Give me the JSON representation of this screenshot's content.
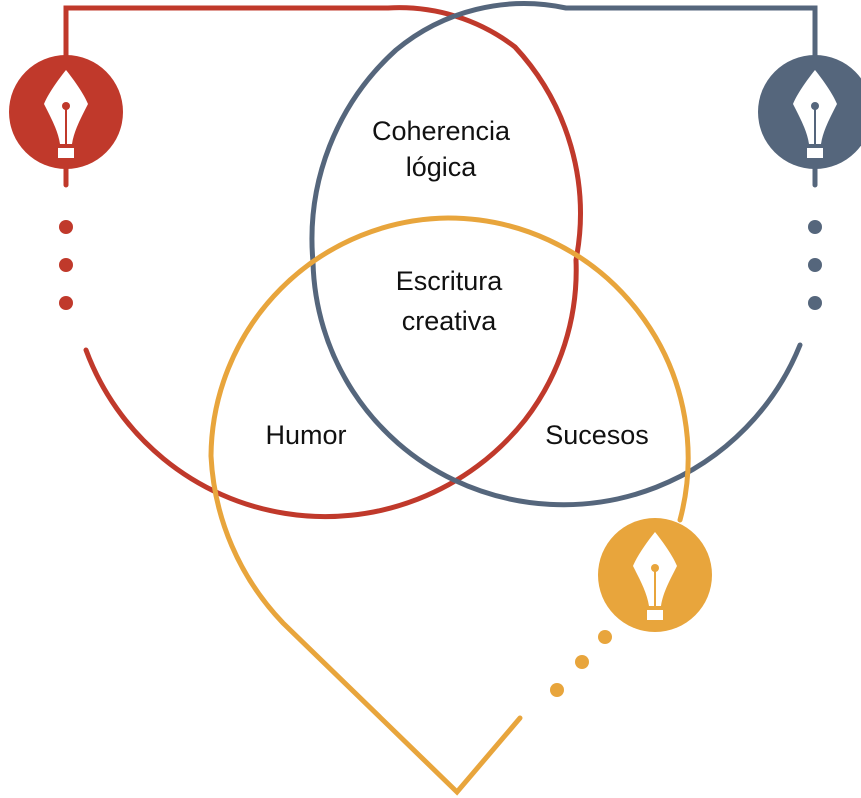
{
  "diagram": {
    "labels": {
      "top": [
        "Coherencia",
        "lógica"
      ],
      "center": [
        "Escritura",
        "creativa"
      ],
      "left": "Humor",
      "right": "Sucesos"
    },
    "colors": {
      "red": "#c0392b",
      "slate": "#55667c",
      "gold": "#e8a53c"
    },
    "icons": {
      "red": "pen-nib-icon",
      "slate": "pen-nib-icon",
      "gold": "pen-nib-icon"
    }
  }
}
